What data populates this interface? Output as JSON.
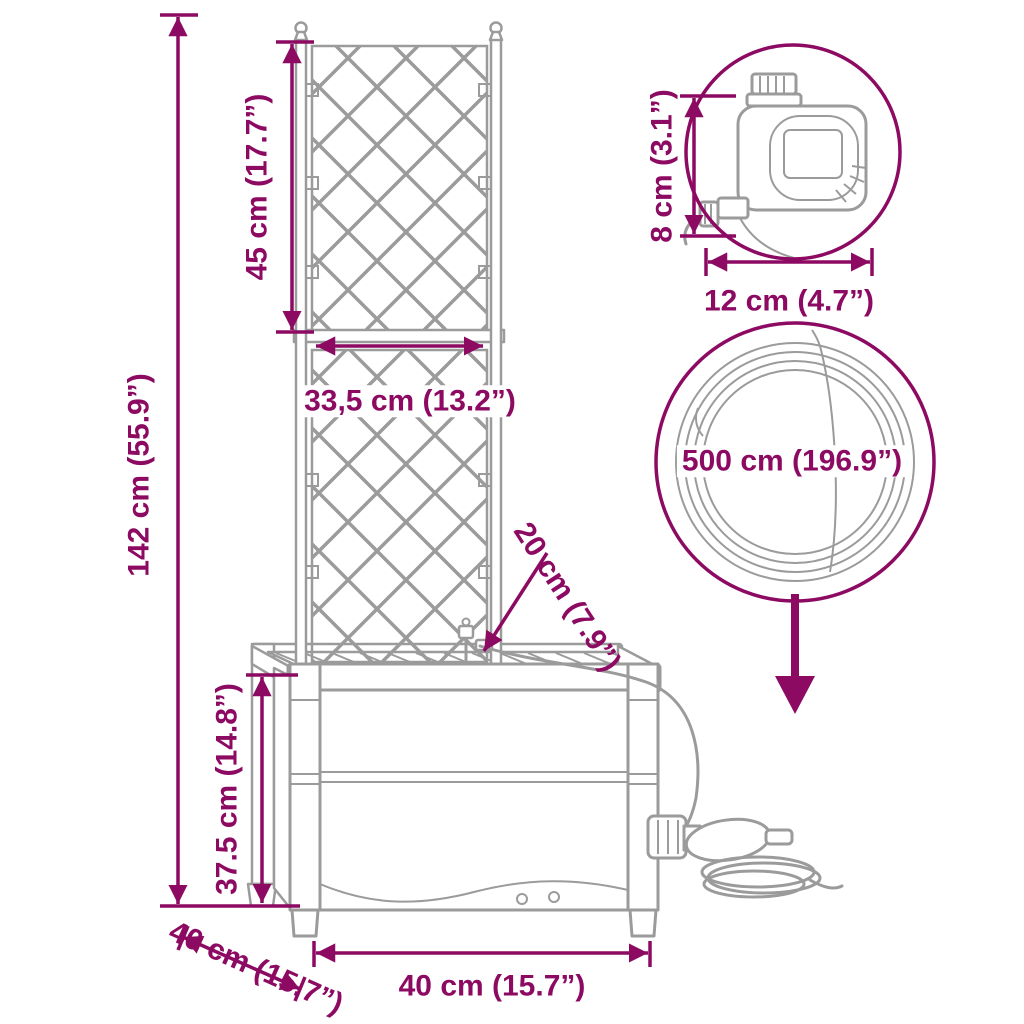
{
  "colors": {
    "dimension": "#8d0a63",
    "drawing": "#9b9b9b",
    "background": "#ffffff"
  },
  "labels": {
    "total_height": "142 cm (55.9”)",
    "trellis_height": "45 cm (17.7”)",
    "trellis_width": "33,5 cm (13.2”)",
    "planter_height": "37.5 cm (14.8”)",
    "planter_depth": "40 cm (15.7”)",
    "planter_width": "40 cm (15.7”)",
    "dripper_distance": "20 cm (7.9”)",
    "timer_height": "8 cm (3.1”)",
    "timer_width": "12 cm (4.7”)",
    "hose_length": "500 cm (196.9”)"
  }
}
